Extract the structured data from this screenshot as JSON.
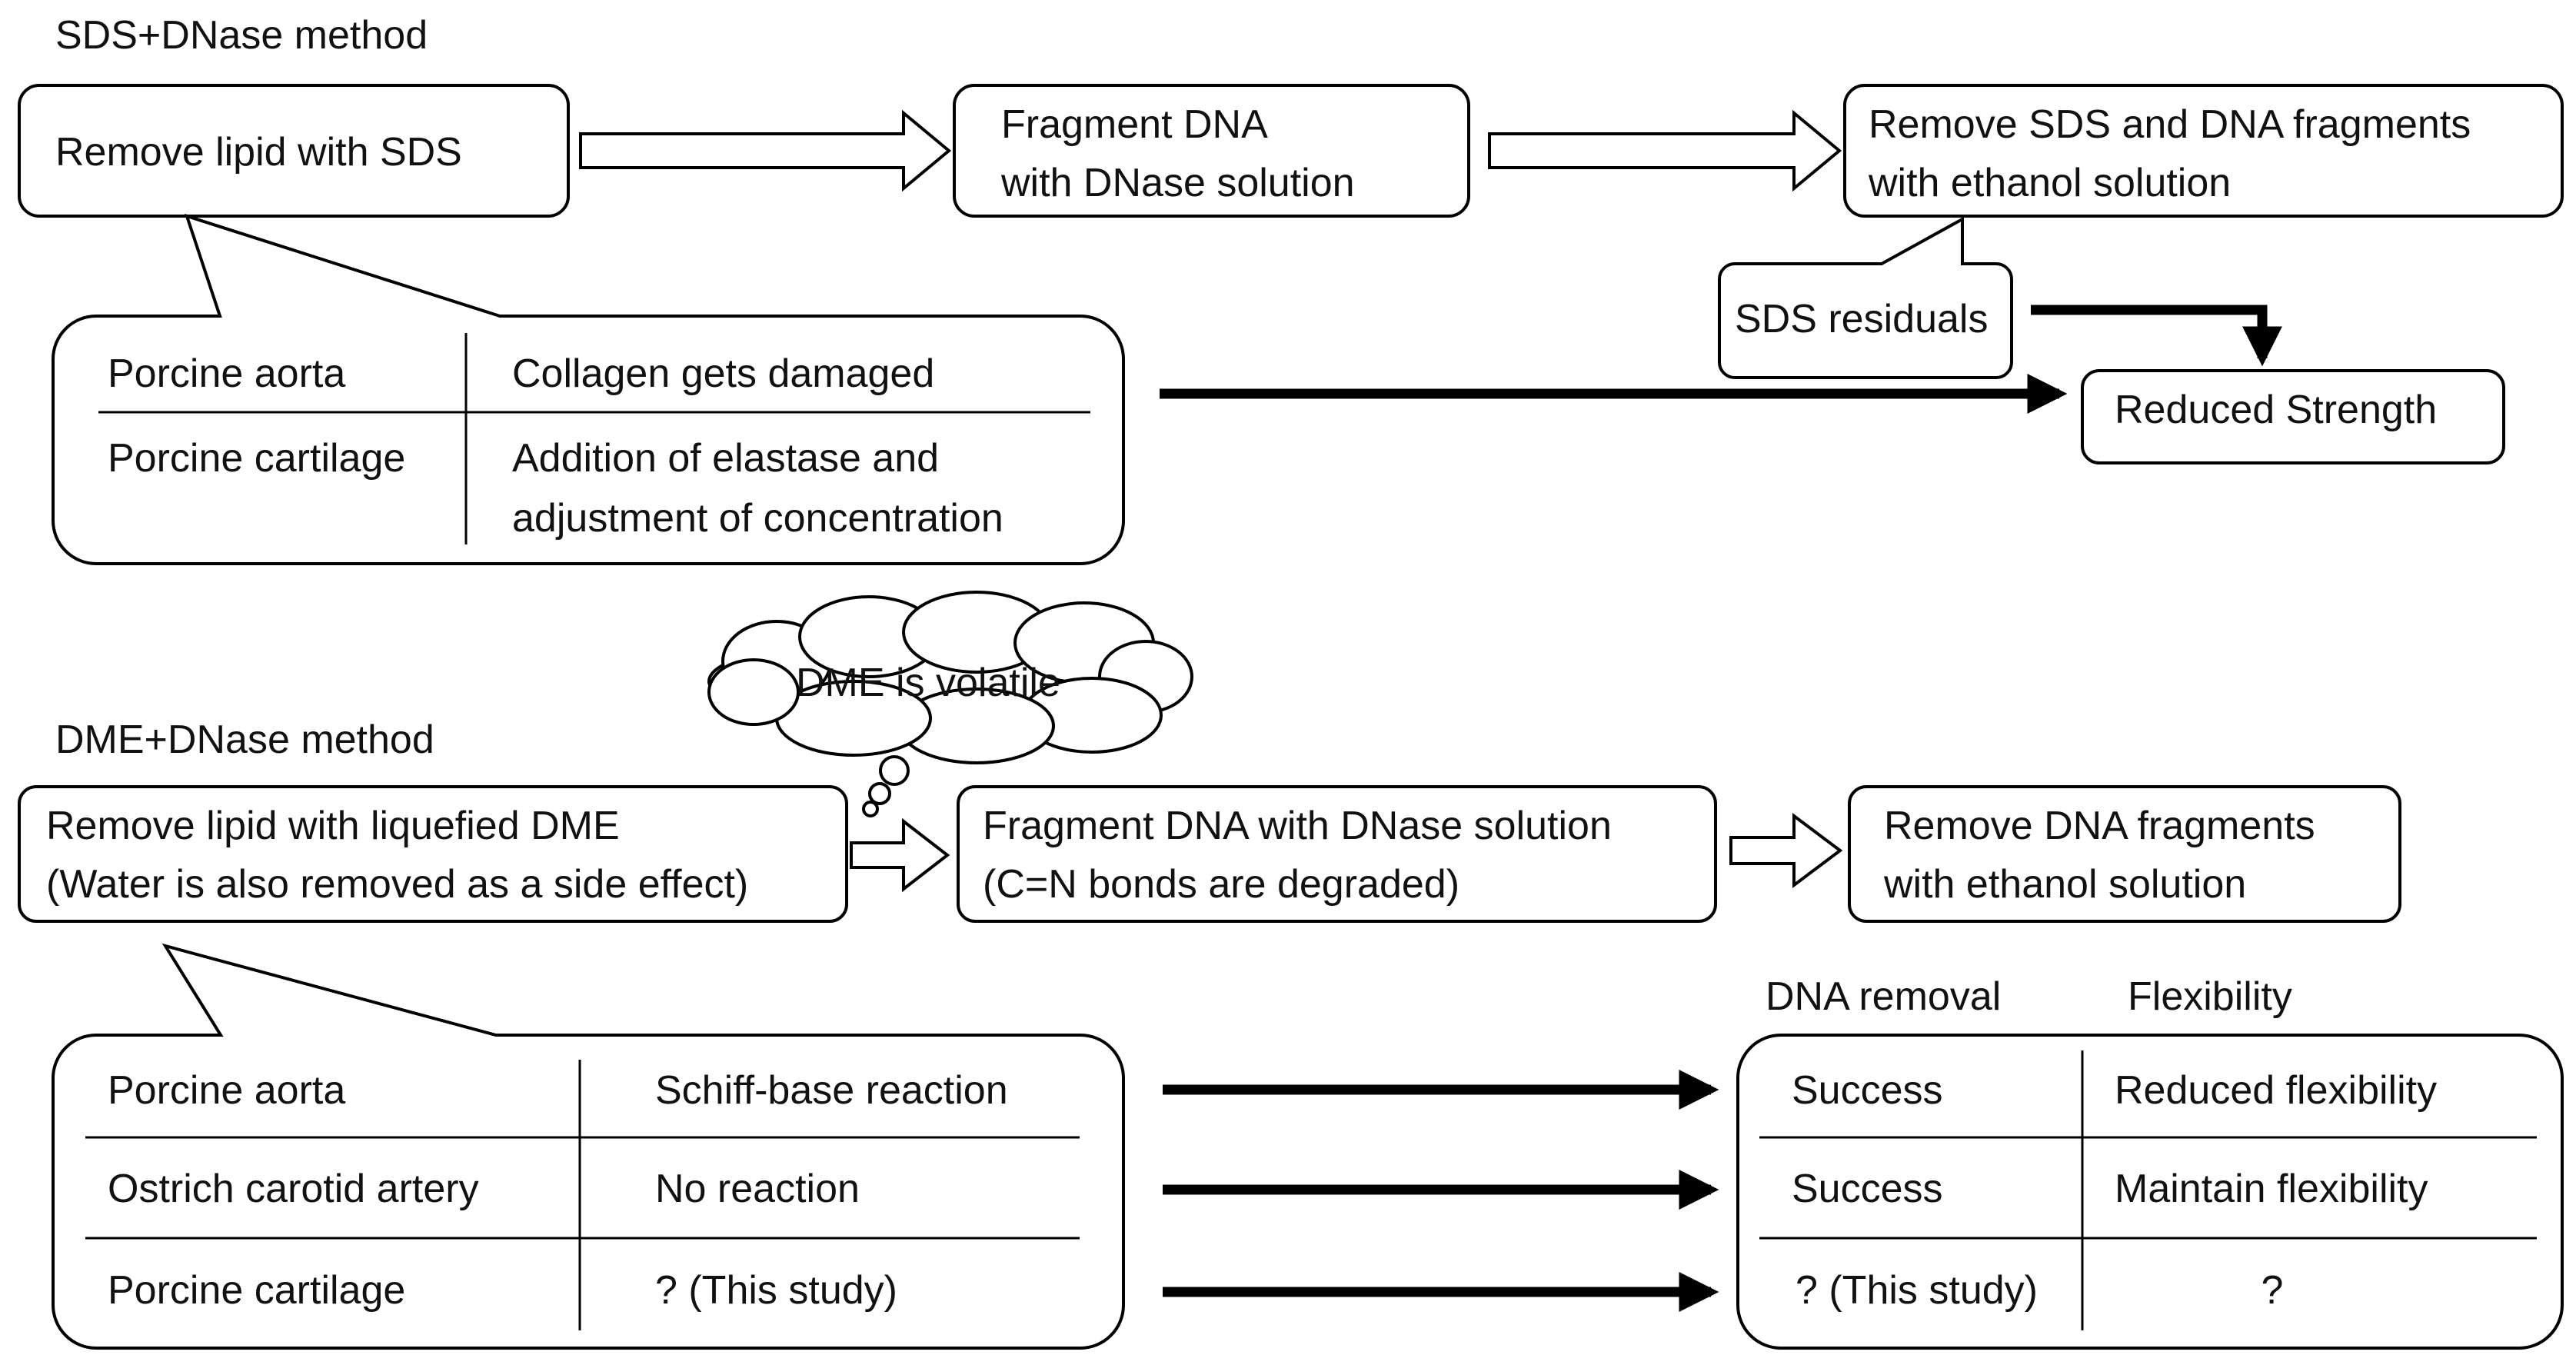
{
  "sds": {
    "title": "SDS+DNase method",
    "step1": "Remove lipid with SDS",
    "step2": [
      "Fragment DNA",
      "with DNase solution"
    ],
    "step3": [
      "Remove SDS and DNA fragments",
      "with ethanol solution"
    ],
    "callout_residual": "SDS residuals",
    "result": "Reduced Strength",
    "table": [
      {
        "tissue": "Porcine aorta",
        "effect": [
          "Collagen gets damaged"
        ]
      },
      {
        "tissue": "Porcine cartilage",
        "effect": [
          "Addition of elastase and",
          "adjustment of concentration"
        ]
      }
    ]
  },
  "dme": {
    "title": "DME+DNase method",
    "thought": "DME is volatile",
    "step1": [
      "Remove lipid with liquefied DME",
      "(Water is also removed as a side effect)"
    ],
    "step2": [
      "Fragment DNA with DNase solution",
      "(C=N bonds are degraded)"
    ],
    "step3": [
      "Remove DNA fragments",
      "with ethanol solution"
    ],
    "table": [
      {
        "tissue": "Porcine aorta",
        "reaction": "Schiff-base reaction"
      },
      {
        "tissue": "Ostrich carotid artery",
        "reaction": "No reaction"
      },
      {
        "tissue": "Porcine cartilage",
        "reaction": "? (This study)"
      }
    ],
    "results_headers": [
      "DNA removal",
      "Flexibility"
    ],
    "results": [
      {
        "dna_removal": "Success",
        "flexibility": "Reduced flexibility"
      },
      {
        "dna_removal": "Success",
        "flexibility": "Maintain flexibility"
      },
      {
        "dna_removal": "? (This study)",
        "flexibility": "?"
      }
    ]
  }
}
